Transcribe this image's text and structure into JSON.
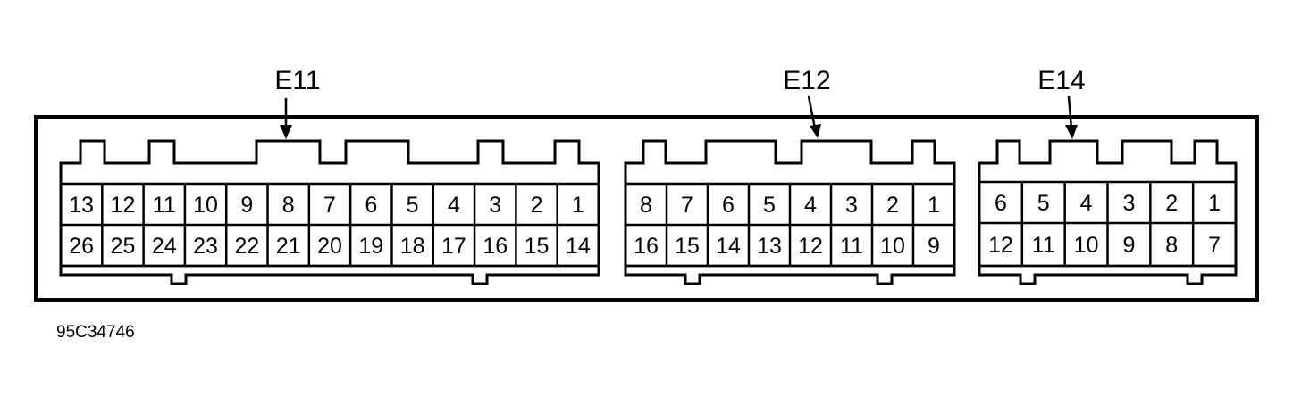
{
  "figure_code": "95C34746",
  "connectors": [
    {
      "label": "E11",
      "top_row": [
        "13",
        "12",
        "11",
        "10",
        "9",
        "8",
        "7",
        "6",
        "5",
        "4",
        "3",
        "2",
        "1"
      ],
      "bottom_row": [
        "26",
        "25",
        "24",
        "23",
        "22",
        "21",
        "20",
        "19",
        "18",
        "17",
        "16",
        "15",
        "14"
      ]
    },
    {
      "label": "E12",
      "top_row": [
        "8",
        "7",
        "6",
        "5",
        "4",
        "3",
        "2",
        "1"
      ],
      "bottom_row": [
        "16",
        "15",
        "14",
        "13",
        "12",
        "11",
        "10",
        "9"
      ]
    },
    {
      "label": "E14",
      "top_row": [
        "6",
        "5",
        "4",
        "3",
        "2",
        "1"
      ],
      "bottom_row": [
        "12",
        "11",
        "10",
        "9",
        "8",
        "7"
      ]
    }
  ],
  "colors": {
    "line": "#000000",
    "background": "#ffffff"
  }
}
